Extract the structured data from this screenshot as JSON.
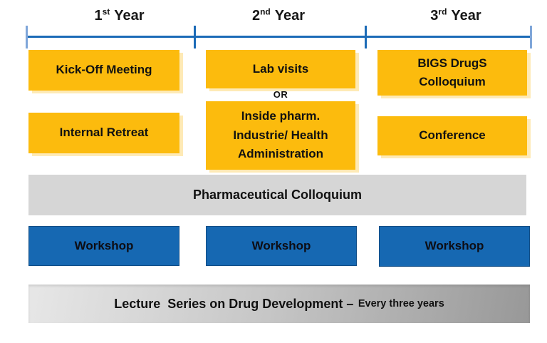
{
  "timeline": {
    "years": [
      {
        "num": "1",
        "suffix": "st",
        "word": "Year"
      },
      {
        "num": "2",
        "suffix": "nd",
        "word": "Year"
      },
      {
        "num": "3",
        "suffix": "rd",
        "word": "Year"
      }
    ]
  },
  "boxes": {
    "kickoff": "Kick-Off Meeting",
    "internal_retreat": "Internal Retreat",
    "lab_visits": "Lab visits",
    "or_label": "OR",
    "inside_pharm": "Inside pharm.\nIndustrie/ Health\nAdministration",
    "bigs_colloquium": "BIGS DrugS\nColloquium",
    "conference": "Conference",
    "pharma_colloquium": "Pharmaceutical Colloquium",
    "workshops": [
      "Workshop",
      "Workshop",
      "Workshop"
    ],
    "lecture_main": "Lecture  Series on Drug Development –",
    "lecture_sub": "Every three years"
  },
  "colors": {
    "box_yellow": "#FCBB0D",
    "box_blue": "#1668B2",
    "timeline_blue": "#1C6BB7",
    "tick_light_blue": "#7FA6D9",
    "gray_band": "#D6D6D6",
    "lecture_gradient_start": "#E7E7E7",
    "lecture_gradient_end": "#989898",
    "text": "#111111"
  }
}
